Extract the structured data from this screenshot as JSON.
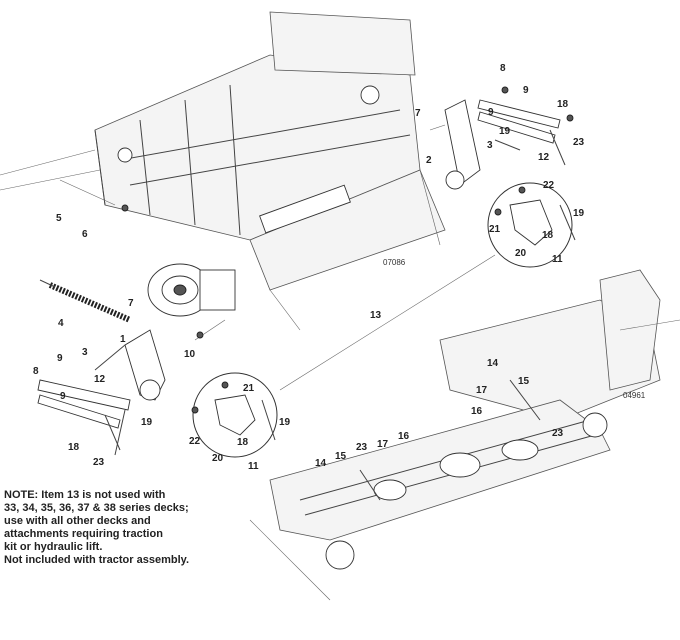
{
  "callouts": {
    "top_right": [
      {
        "id": "tr-8",
        "text": "8"
      },
      {
        "id": "tr-9a",
        "text": "9"
      },
      {
        "id": "tr-9b",
        "text": "9"
      },
      {
        "id": "tr-18",
        "text": "18"
      },
      {
        "id": "tr-7",
        "text": "7"
      },
      {
        "id": "tr-19",
        "text": "19"
      },
      {
        "id": "tr-23",
        "text": "23"
      },
      {
        "id": "tr-3",
        "text": "3"
      },
      {
        "id": "tr-2",
        "text": "2"
      },
      {
        "id": "tr-12",
        "text": "12"
      },
      {
        "id": "tr-22",
        "text": "22"
      },
      {
        "id": "tr-19b",
        "text": "19"
      },
      {
        "id": "tr-21",
        "text": "21"
      },
      {
        "id": "tr-18b",
        "text": "18"
      },
      {
        "id": "tr-20",
        "text": "20"
      },
      {
        "id": "tr-11",
        "text": "11"
      }
    ],
    "left": [
      {
        "id": "l-5",
        "text": "5"
      },
      {
        "id": "l-6",
        "text": "6"
      },
      {
        "id": "l-4",
        "text": "4"
      },
      {
        "id": "l-7",
        "text": "7"
      },
      {
        "id": "l-1",
        "text": "1"
      },
      {
        "id": "l-10",
        "text": "10"
      },
      {
        "id": "l-3",
        "text": "3"
      },
      {
        "id": "l-9a",
        "text": "9"
      },
      {
        "id": "l-8",
        "text": "8"
      },
      {
        "id": "l-12",
        "text": "12"
      },
      {
        "id": "l-9b",
        "text": "9"
      },
      {
        "id": "l-19",
        "text": "19"
      },
      {
        "id": "l-18",
        "text": "18"
      },
      {
        "id": "l-23",
        "text": "23"
      },
      {
        "id": "l-21",
        "text": "21"
      },
      {
        "id": "l-19b",
        "text": "19"
      },
      {
        "id": "l-22",
        "text": "22"
      },
      {
        "id": "l-18b",
        "text": "18"
      },
      {
        "id": "l-20",
        "text": "20"
      },
      {
        "id": "l-11",
        "text": "11"
      }
    ],
    "center": [
      {
        "id": "c-13",
        "text": "13"
      }
    ],
    "bottom_right": [
      {
        "id": "br-14",
        "text": "14"
      },
      {
        "id": "br-15",
        "text": "15"
      },
      {
        "id": "br-17",
        "text": "17"
      },
      {
        "id": "br-16",
        "text": "16"
      },
      {
        "id": "br-23",
        "text": "23"
      },
      {
        "id": "br-14b",
        "text": "14"
      },
      {
        "id": "br-15b",
        "text": "15"
      },
      {
        "id": "br-23b",
        "text": "23"
      },
      {
        "id": "br-17b",
        "text": "17"
      },
      {
        "id": "br-16b",
        "text": "16"
      }
    ]
  },
  "figure_codes": {
    "top": "07086",
    "bottom": "04961"
  },
  "note": {
    "lines": [
      "NOTE:  Item 13 is not used with",
      "33, 34, 35, 36, 37 & 38 series decks;",
      "use with all other decks and",
      "attachments requiring traction",
      "kit or hydraulic lift.",
      "Not included with tractor assembly."
    ]
  }
}
